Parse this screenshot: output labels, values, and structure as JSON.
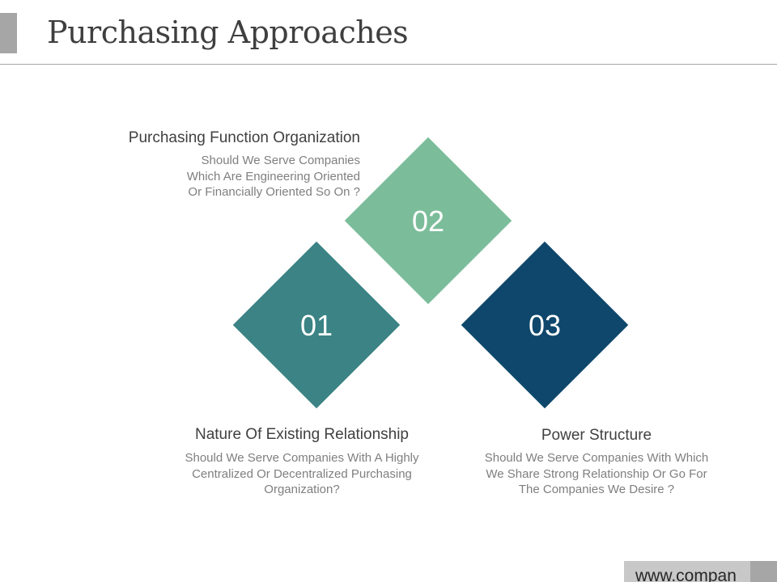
{
  "slide": {
    "title": "Purchasing Approaches",
    "colors": {
      "title_accent": "#a6a6a6",
      "rule": "#a6a6a6",
      "item_01": "#3b8384",
      "item_02": "#7bbd9a",
      "item_03": "#0e476b"
    }
  },
  "items": [
    {
      "number": "01",
      "heading": "Nature Of Existing Relationship",
      "description_lines": [
        "Should We Serve Companies With A Highly",
        "Centralized Or Decentralized Purchasing",
        "Organization?"
      ]
    },
    {
      "number": "02",
      "heading": "Purchasing Function Organization",
      "description_lines": [
        "Should We Serve Companies",
        "Which Are Engineering Oriented",
        "Or Financially Oriented So On ?"
      ]
    },
    {
      "number": "03",
      "heading": "Power Structure",
      "description_lines": [
        "Should We Serve Companies With Which",
        "We Share Strong Relationship Or Go For",
        "The Companies We Desire ?"
      ]
    }
  ],
  "footer": {
    "url_text": "www.compan"
  }
}
